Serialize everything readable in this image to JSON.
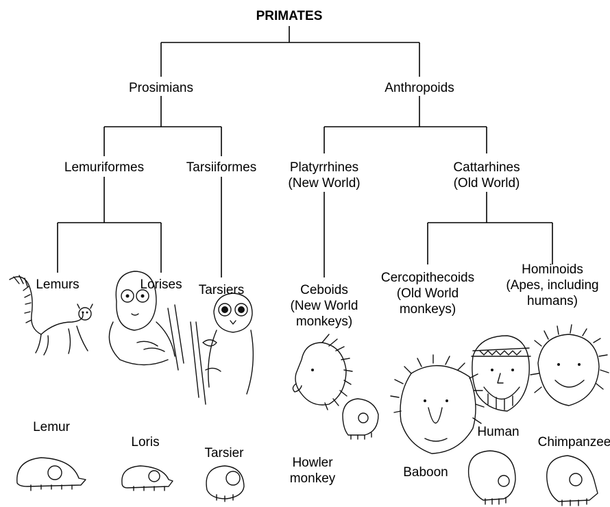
{
  "tree": {
    "root": "PRIMATES",
    "level1": {
      "prosimians": "Prosimians",
      "anthropoids": "Anthropoids"
    },
    "level2": {
      "lemuriformes": "Lemuriformes",
      "tarsiiformes": "Tarsiiformes",
      "platyrrhines": [
        "Platyrrhines",
        "(New World)"
      ],
      "cattarhines": [
        "Cattarhines",
        "(Old World)"
      ]
    },
    "level3": {
      "lemurs": "Lemurs",
      "lorises": "Lorises",
      "tarsiers": "Tarsiers",
      "ceboids": [
        "Ceboids",
        "(New World",
        "monkeys)"
      ],
      "cercopithecoids": [
        "Cercopithecoids",
        "(Old World",
        "monkeys)"
      ],
      "hominoids": [
        "Hominoids",
        "(Apes, including",
        "humans)"
      ]
    }
  },
  "species": {
    "lemur": "Lemur",
    "loris": "Loris",
    "tarsier": "Tarsier",
    "howler": [
      "Howler",
      "monkey"
    ],
    "baboon": "Baboon",
    "human": "Human",
    "chimpanzee": "Chimpanzee"
  },
  "icons": [
    "lemur-drawing",
    "loris-drawing",
    "tarsier-drawing",
    "howler-monkey-drawing",
    "baboon-drawing",
    "human-drawing",
    "chimpanzee-drawing",
    "skull-drawing"
  ]
}
